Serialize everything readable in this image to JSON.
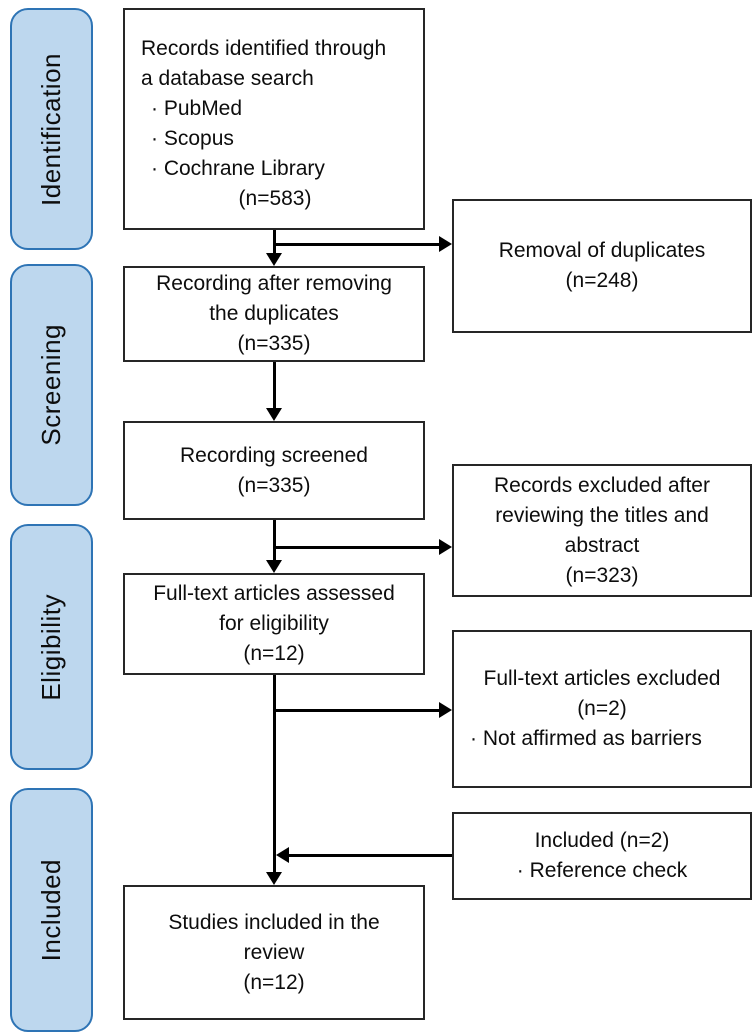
{
  "colors": {
    "stage_fill": "#BDD7EE",
    "stage_border": "#2E74B5",
    "box_border": "#262626",
    "line": "#000000"
  },
  "stages": [
    {
      "label": "Identification"
    },
    {
      "label": "Screening"
    },
    {
      "label": "Eligibility"
    },
    {
      "label": "Included"
    }
  ],
  "flow": {
    "identified": {
      "line1": "Records identified through",
      "line2": "a database search",
      "bullets": [
        "· PubMed",
        "· Scopus",
        "· Cochrane Library"
      ],
      "count": "(n=583)"
    },
    "after_dedup": {
      "text": "Recording after removing\nthe duplicates\n(n=335)"
    },
    "screened": {
      "text": "Recording screened\n(n=335)"
    },
    "fulltext_assessed": {
      "text": "Full-text articles assessed\nfor eligibility\n(n=12)"
    },
    "studies_included": {
      "text": "Studies included in the\nreview\n(n=12)"
    }
  },
  "side": {
    "duplicates_removed": {
      "text": "Removal of duplicates\n(n=248)"
    },
    "records_excluded": {
      "text": "Records excluded after\nreviewing the titles and\nabstract\n(n=323)"
    },
    "fulltext_excluded": {
      "text": "Full-text articles excluded\n(n=2)",
      "bullet": "· Not affirmed as barriers"
    },
    "reference_included": {
      "text": "Included (n=2)",
      "bullet": "· Reference check"
    }
  }
}
